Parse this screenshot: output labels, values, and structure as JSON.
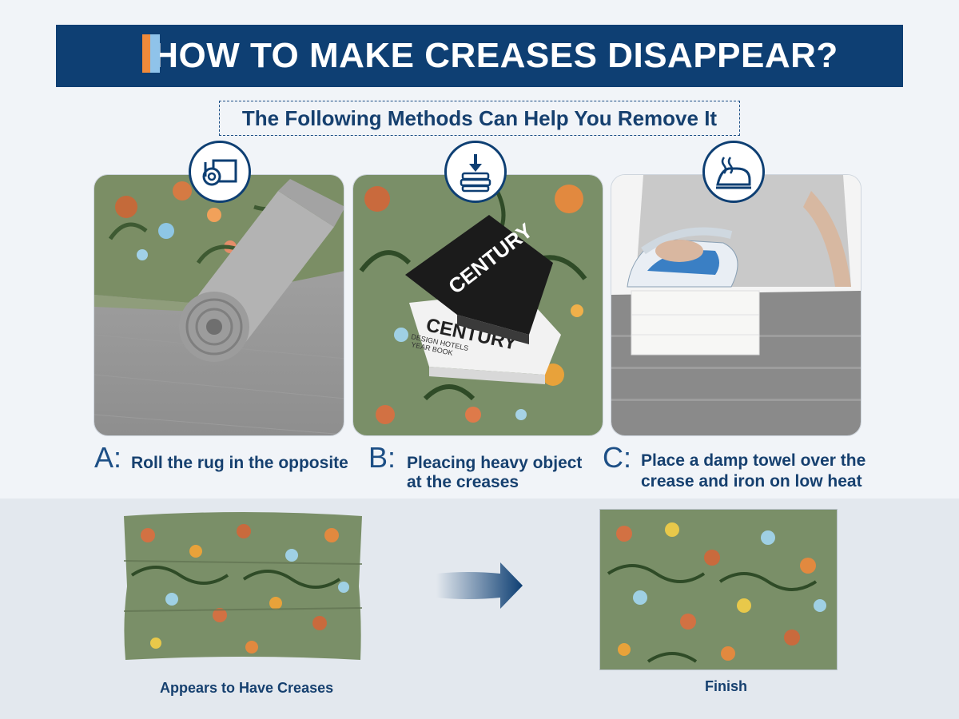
{
  "header": {
    "title": "HOW TO MAKE CREASES DISAPPEAR?",
    "subtitle": "The Following Methods Can Help You Remove It"
  },
  "steps": [
    {
      "letter": "A:",
      "text_line1": "Roll the rug in the opposite",
      "text_line2": "",
      "icon": "rolled-rug-icon"
    },
    {
      "letter": "B:",
      "text_line1": "Pleacing heavy object",
      "text_line2": "at the creases",
      "icon": "stack-press-icon"
    },
    {
      "letter": "C:",
      "text_line1": "Place a damp towel over the",
      "text_line2": "crease and iron on low heat",
      "icon": "steam-iron-icon"
    }
  ],
  "panel_b": {
    "book_top": "CENTURY",
    "book_bottom": "CENTURY",
    "book_small1": "DESIGN HOTELS",
    "book_small2": "YEAR BOOK"
  },
  "comparison": {
    "before_caption": "Appears to Have Creases",
    "after_caption": "Finish"
  },
  "colors": {
    "navy": "#0e3f73",
    "accent_orange": "#f08a3a",
    "accent_light_blue": "#8fc3ea",
    "rug_green": "#7a8f68"
  }
}
